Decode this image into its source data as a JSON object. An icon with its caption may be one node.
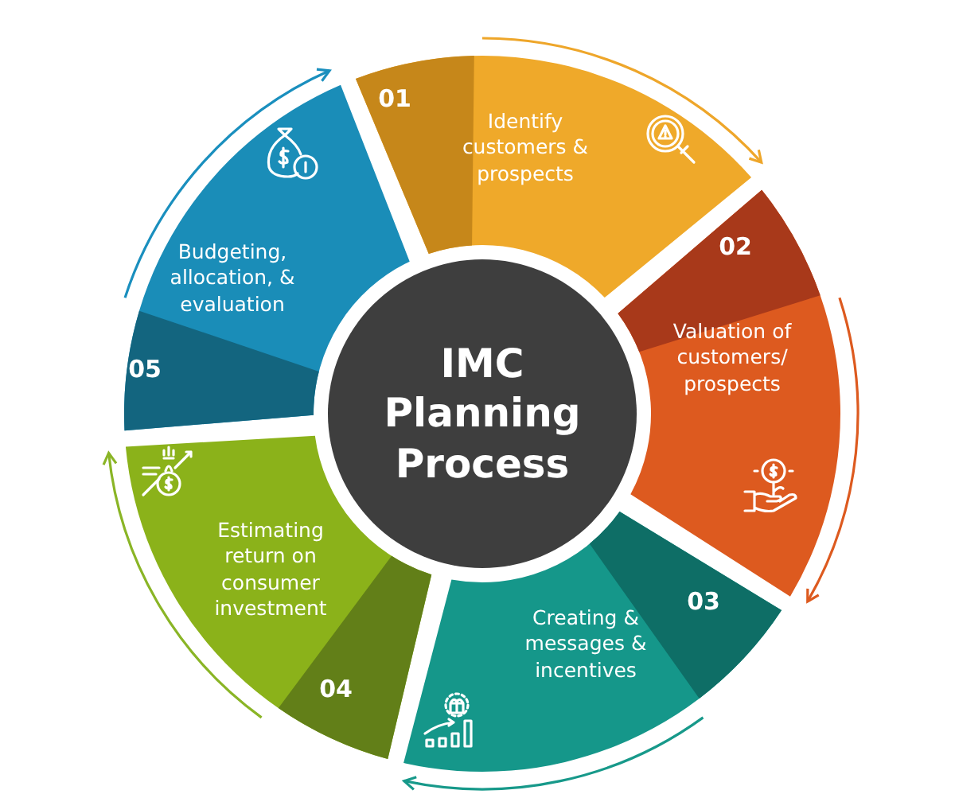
{
  "diagram": {
    "nodes": [
      {
        "text": [
          "01",
          "Identify customers & prospects"
        ]
      },
      {
        "text": [
          "02",
          "Valuation of customers/ prospects"
        ]
      },
      {
        "text": [
          "03",
          "Creating & messages & incentives"
        ]
      },
      {
        "text": [
          "Estimating return on consumer investment",
          "04"
        ]
      },
      {
        "text": [
          "Budgeting, allocation, & evaluation",
          "05"
        ]
      },
      {
        "text": [
          "IMC Planning Process"
        ]
      }
    ],
    "edges": [
      {
        "from": 0,
        "to": 1,
        "arrow": "to",
        "color": "#eea62a"
      },
      {
        "from": 1,
        "to": 2,
        "arrow": "to",
        "color": "#dd5a1f"
      },
      {
        "from": 2,
        "to": 3,
        "arrow": "to",
        "color": "#17998a"
      },
      {
        "from": 3,
        "to": 4,
        "arrow": "to",
        "color": "#8ab526"
      },
      {
        "from": 4,
        "to": 0,
        "arrow": "to",
        "color": "#1a8fbe"
      }
    ]
  }
}
